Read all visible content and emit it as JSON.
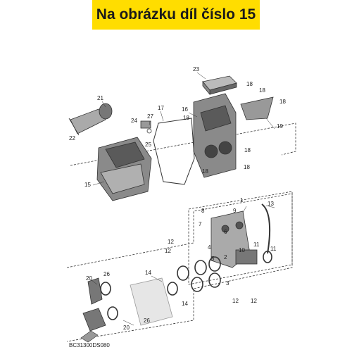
{
  "header": {
    "title": "Na obrázku díl číslo 15",
    "color": "#ffdd00"
  },
  "diagram": {
    "code": "BC31300DS080",
    "callouts": [
      "23",
      "21",
      "27",
      "17",
      "16",
      "18",
      "22",
      "24",
      "25",
      "19",
      "15",
      "1",
      "13",
      "8",
      "9",
      "7",
      "6",
      "4",
      "10",
      "5",
      "12",
      "11",
      "2",
      "3",
      "14",
      "20",
      "26"
    ]
  }
}
